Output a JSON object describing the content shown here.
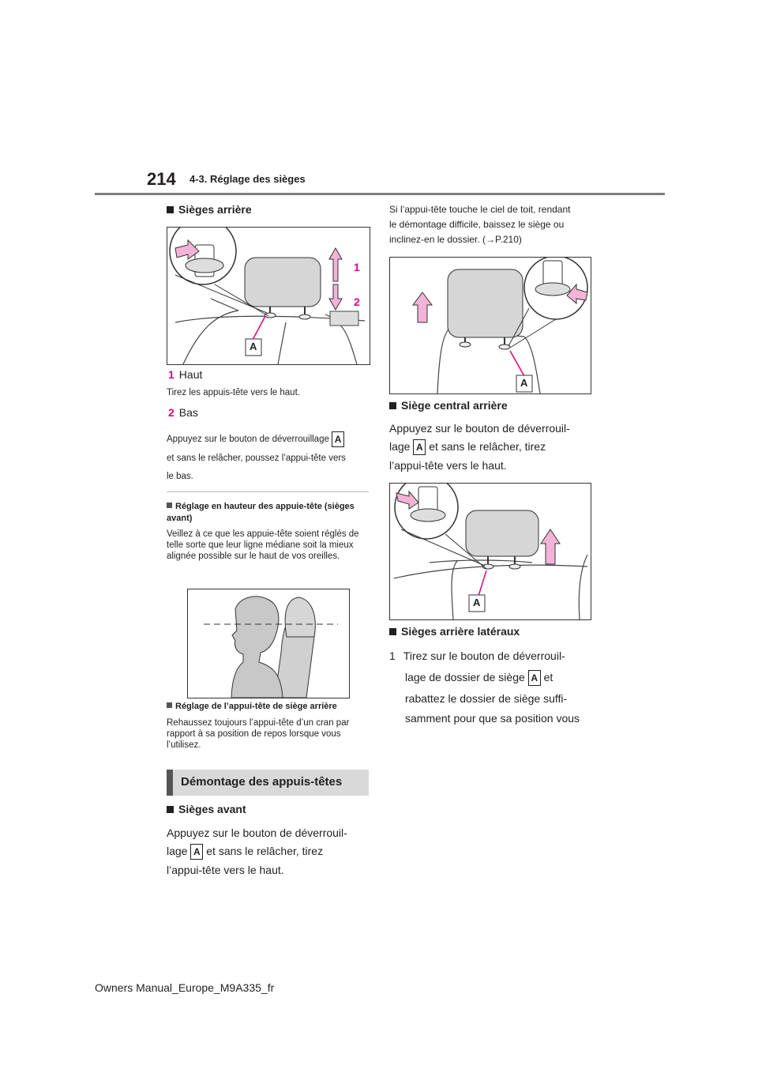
{
  "header": {
    "page_number": "214",
    "section": "4-3. Réglage des sièges"
  },
  "left": {
    "h_rear": "Sièges arrière",
    "fig1": {
      "num1": "1",
      "num2": "2",
      "label": "A"
    },
    "step1_num": "1",
    "step1_label": "Haut",
    "step1_text": "Tirez les appuis-tête vers le haut.",
    "step2_num": "2",
    "step2_label": "Bas",
    "step2_text_a": "Appuyez sur le bouton de déverrouillage",
    "step2_badge": "A",
    "step2_text_b": "et sans le relâcher, poussez l’appui-tête vers",
    "step2_text_c": "le bas.",
    "note1_title": "Réglage en hauteur des appuie-tête (sièges avant)",
    "note1_text": "Veillez à ce que les appuie-tête soient réglés de telle sorte que leur ligne médiane soit la mieux alignée possible sur le haut de vos oreilles.",
    "note2_title": "Réglage de l’appui-tête de siège arrière",
    "note2_text": "Rehaussez toujours l’appui-tête d’un cran par rapport à sa position de repos lorsque vous l’utilisez.",
    "band_title": "Démontage des appuis-têtes",
    "h_front": "Sièges avant",
    "front_l1": "Appuyez sur le bouton de déverrouil-",
    "front_l2a": "lage",
    "front_badge": "A",
    "front_l2b": "et sans le relâcher, tirez",
    "front_l3": "l’appui-tête vers le haut."
  },
  "right": {
    "intro_l1": "Si l’appui-tête touche le ciel de toit, rendant",
    "intro_l2": "le démontage difficile, baissez le siège ou",
    "intro_l3": "inclinez-en le dossier. (→P.210)",
    "fig_label": "A",
    "h_center": "Siège central arrière",
    "center_l1": "Appuyez sur le bouton de déverrouil-",
    "center_l2a": "lage",
    "center_badge": "A",
    "center_l2b": "et sans le relâcher, tirez",
    "center_l3": "l’appui-tête vers le haut.",
    "fig3_label": "A",
    "h_lateral": "Sièges arrière latéraux",
    "lat_num": "1",
    "lat_l1": "Tirez sur le bouton de déverrouil-",
    "lat_l2a": "lage de dossier de siège",
    "lat_badge": "A",
    "lat_l2b": "et",
    "lat_l3": "rabattez le dossier de siège suffi-",
    "lat_l4": "samment pour que sa position vous"
  },
  "footer": "Owners Manual_Europe_M9A335_fr",
  "colors": {
    "accent": "#e5007e",
    "arrow_fill": "#f3b3d6",
    "band": "#d9d9d9"
  }
}
